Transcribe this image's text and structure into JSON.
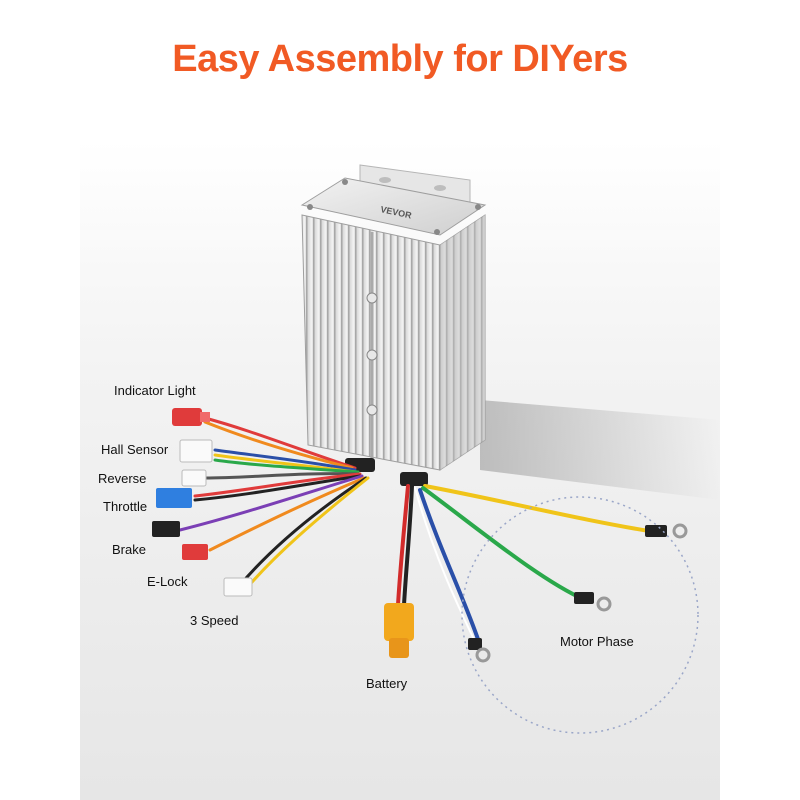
{
  "header": {
    "title": "Easy Assembly for DIYers"
  },
  "brand": {
    "accent": "#f15a24"
  },
  "labels": {
    "indicator_light": "Indicator Light",
    "hall_sensor": "Hall Sensor",
    "reverse": "Reverse",
    "throttle": "Throttle",
    "brake": "Brake",
    "e_lock": "E-Lock",
    "three_speed": "3 Speed",
    "battery": "Battery",
    "motor_phase": "Motor Phase"
  },
  "controller": {
    "brand_text": "VEVOR"
  },
  "colors": {
    "indicator": "#e03b3b",
    "hall": "#ffffff",
    "reverse": "#ffffff",
    "throttle": "#2f7fe0",
    "brake": "#222222",
    "elock": "#e03b3b",
    "speed": "#ffffff",
    "battery_connector": "#f2a81d",
    "phase_yellow": "#f0c419",
    "phase_green": "#2aa84a",
    "phase_blue": "#2a4fa8"
  }
}
